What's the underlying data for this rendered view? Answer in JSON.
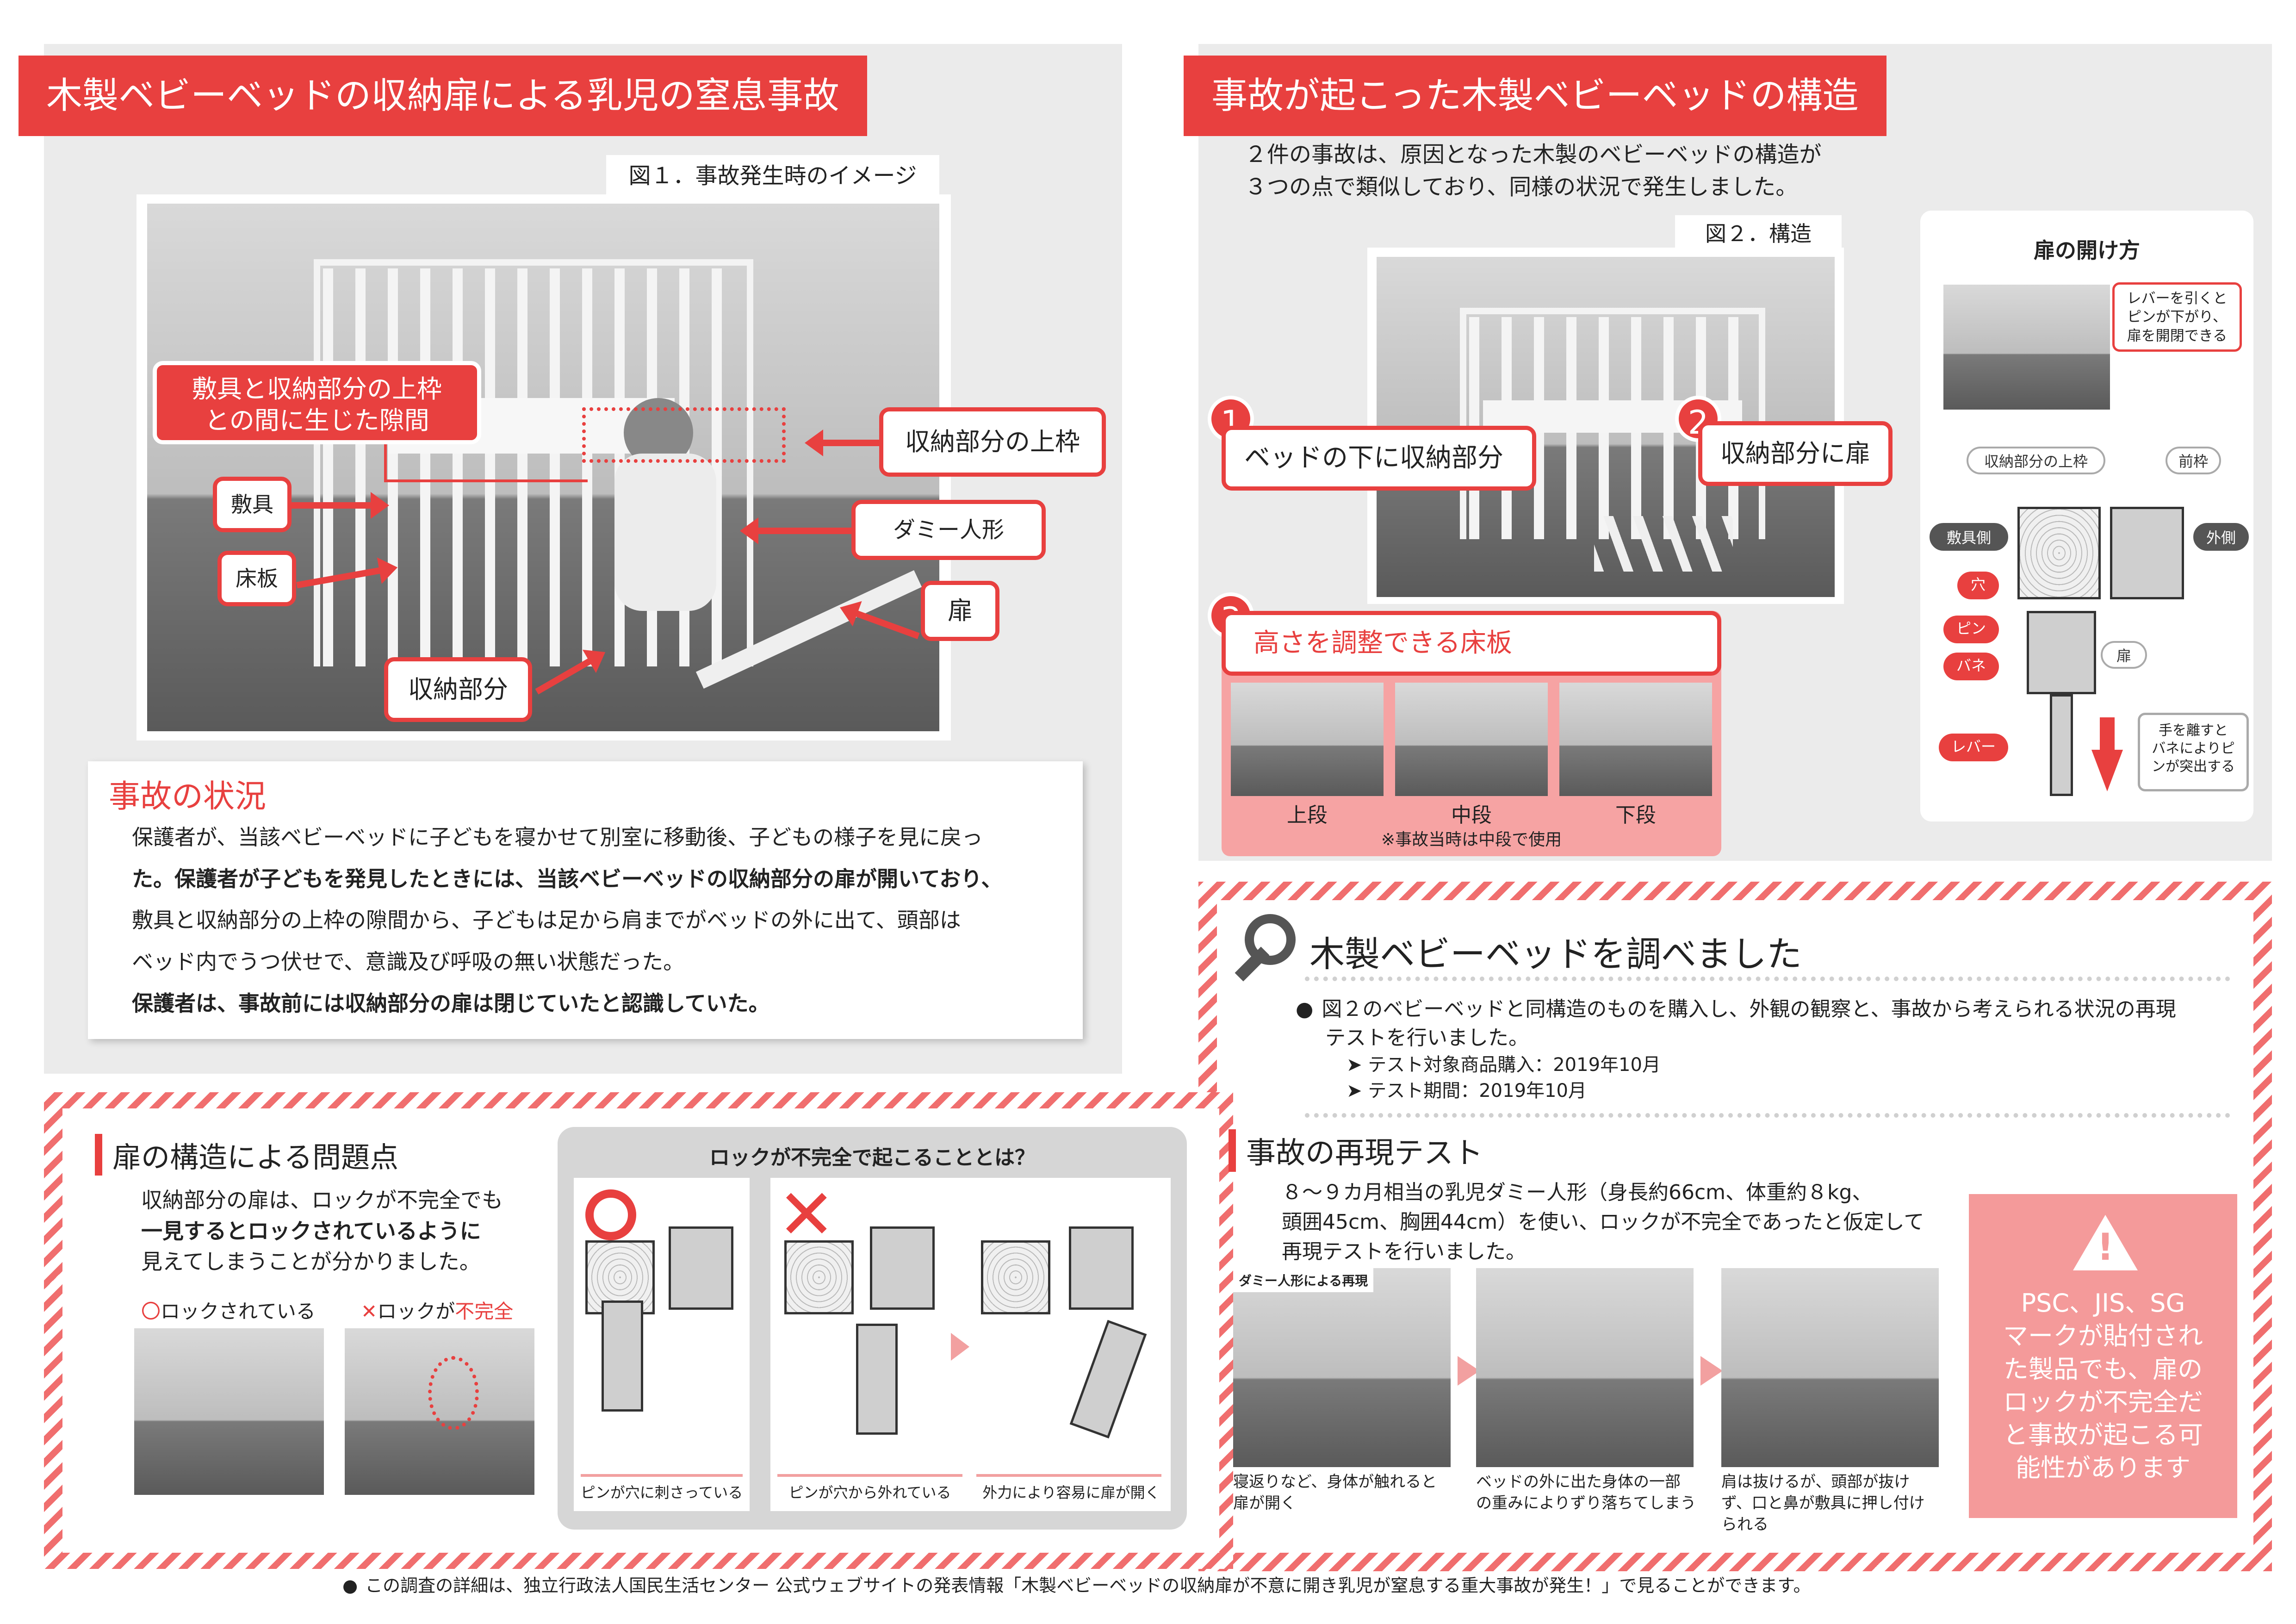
{
  "panel1": {
    "title": "木製ベビーベッドの収納扉による乳児の窒息事故",
    "fig_caption": "図１．事故発生時のイメージ",
    "callouts": {
      "gap": "敷具と収納部分の上枠\nとの間に生じた隙間",
      "upper_frame": "収納部分の上枠",
      "shikigu": "敷具",
      "dummy": "ダミー人形",
      "floorboard": "床板",
      "door": "扉",
      "storage": "収納部分"
    }
  },
  "situation": {
    "title": "事故の状況",
    "lines": [
      "保護者が、当該ベビーベッドに子どもを寝かせて別室に移動後、子どもの様子を見に戻っ",
      "た。保護者が子どもを発見したときには、当該ベビーベッドの収納部分の扉が開いており、",
      "敷具と収納部分の上枠の隙間から、子どもは足から肩までがベッドの外に出て、頭部は",
      "ベッド内でうつ伏せで、意識及び呼吸の無い状態だった。",
      "保護者は、事故前には収納部分の扉は閉じていたと認識していた。"
    ]
  },
  "panel2": {
    "title": "事故が起こった木製ベビーベッドの構造",
    "intro": [
      "２件の事故は、原因となった木製のベビーベッドの構造が",
      "３つの点で類似しており、同様の状況で発生しました。"
    ],
    "fig_caption": "図２．構造",
    "point1_num": "1",
    "point1": "ベッドの下に収納部分",
    "point2_num": "2",
    "point2": "収納部分に扉",
    "point3_num": "3",
    "point3": "高さを調整できる床板",
    "levels": [
      "上段",
      "中段",
      "下段"
    ],
    "note": "※事故当時は中段で使用"
  },
  "door_open": {
    "title": "扉の開け方",
    "lever_note": "レバーを引くと\nピンが下がり、\n扉を開閉できる",
    "labels": {
      "upper": "収納部分の上枠",
      "front": "前枠",
      "bedding_side": "敷具側",
      "outside": "外側",
      "hole": "穴",
      "pin": "ピン",
      "spring": "バネ",
      "door": "扉",
      "lever": "レバー"
    },
    "release_note": "手を離すと\nバネによりピ\nンが突出する"
  },
  "investigation": {
    "title": "木製ベビーベッドを調べました",
    "bullet": "図２のベビーベッドと同構造のものを購入し、外観の観察と、事故から考えられる状況の再現",
    "bullet2": "テストを行いました。",
    "sub1": "テスト対象商品購入：2019年10月",
    "sub2": "テスト期間：2019年10月"
  },
  "problem": {
    "title": "扉の構造による問題点",
    "lines": [
      "収納部分の扉は、ロックが不完全でも",
      "一見するとロックされているように",
      "見えてしまうことが分かりました。"
    ],
    "ok_label": "ロックされている",
    "ok_mark": "〇",
    "ng_label_a": "ロックが",
    "ng_label_b": "不完全",
    "ng_mark": "✕"
  },
  "lock_box": {
    "title": "ロックが不完全で起こることとは？",
    "captions": [
      "ピンが穴に刺さっている",
      "ピンが穴から外れている",
      "外力により容易に扉が開く"
    ]
  },
  "repro": {
    "title": "事故の再現テスト",
    "lines": [
      "８～９カ月相当の乳児ダミー人形（身長約66cm、体重約８kg、",
      "頭囲45cm、胸囲44cm）を使い、ロックが不完全であったと仮定して",
      "再現テストを行いました。"
    ],
    "photo_label": "ダミー人形による再現",
    "captions": [
      "寝返りなど、身体が触れると\n扉が開く",
      "ベッドの外に出た身体の一部\nの重みによりずり落ちてしまう",
      "肩は抜けるが、頭部が抜け\nず、口と鼻が敷具に押し付け\nられる"
    ]
  },
  "warning": {
    "icon": "!",
    "text": "PSC、JIS、SG\nマークが貼付され\nた製品でも、扉の\nロックが不完全だ\nと事故が起こる可\n能性があります"
  },
  "footer": "この調査の詳細は、独立行政法人国民生活センター 公式ウェブサイトの発表情報「木製ベビーベッドの収納扉が不意に開き乳児が窒息する重大事故が発生！」で見ることができます。",
  "colors": {
    "accent": "#e8403f",
    "pale": "#f6a3a3",
    "grey": "#ebebeb"
  }
}
